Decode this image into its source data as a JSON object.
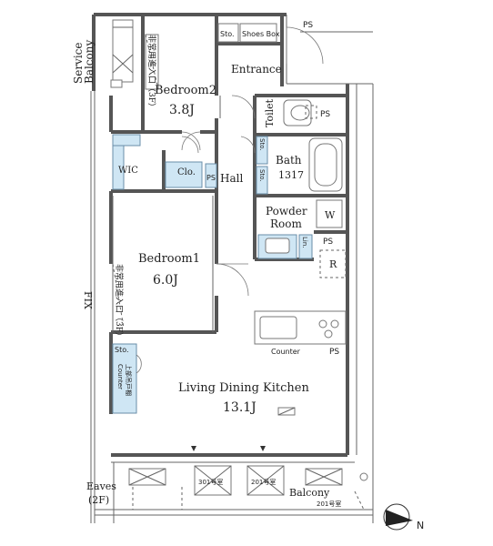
{
  "rooms": {
    "bedroom2": {
      "name": "Bedroom2",
      "area": "3.8J"
    },
    "bedroom1": {
      "name": "Bedroom1",
      "area": "6.0J"
    },
    "ldk": {
      "name": "Living Dining Kitchen",
      "area": "13.1J"
    },
    "bath": {
      "name": "Bath",
      "size": "1317"
    },
    "powder": {
      "line1": "Powder",
      "line2": "Room"
    },
    "entrance": "Entrance",
    "toilet": "Toilet",
    "hall": "Hall",
    "wic": "WIC",
    "clo": "Clo.",
    "balcony": "Balcony",
    "counter": "Counter"
  },
  "labels": {
    "service_balcony_1": "Service",
    "service_balcony_2": "Balcony",
    "eaves_1": "Eaves",
    "eaves_2": "(2F)",
    "fix": "FIX",
    "sto": "Sto.",
    "shoes_box": "Shoes Box",
    "ps": "PS",
    "washer": "W",
    "refrigerator": "R",
    "linen": "Lin.",
    "emergency_1": "非常用進入口（3F）",
    "emergency_2": "非常用進入口（3F）",
    "counter_vertical": "Counter",
    "counter_vertical_jp": "上部吊戸棚",
    "unit_301": "301号室",
    "unit_201": "201号室",
    "unit_201_b": "201号室",
    "north": "N"
  }
}
